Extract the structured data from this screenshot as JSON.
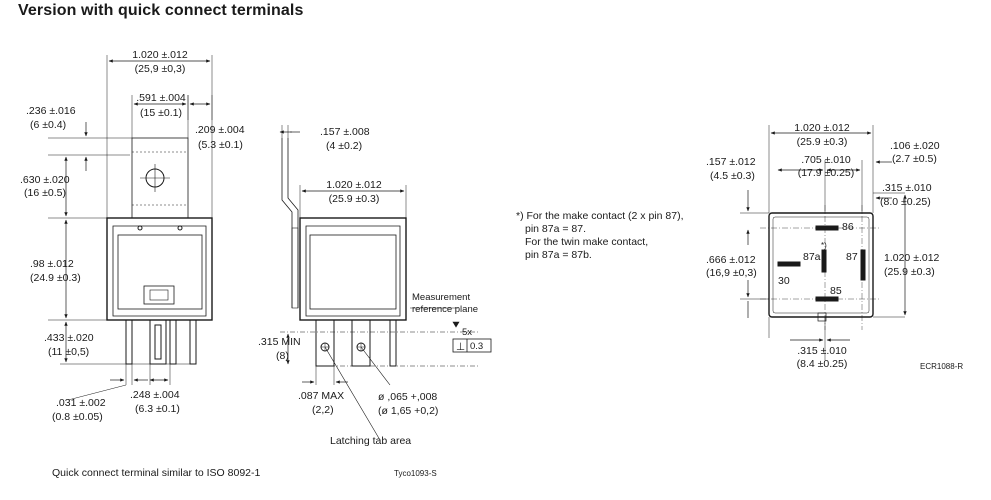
{
  "title": "Version with quick connect terminals",
  "front_view": {
    "width": "1.020 ±.012",
    "width_mm": "(25,9 ±0,3)",
    "tab_width": ".591 ±.004",
    "tab_width_mm": "(15 ±0.1)",
    "tab_offset": ".209 ±.004",
    "tab_offset_mm": "(5.3 ±0.1)",
    "hole_offset": ".236 ±.016",
    "hole_offset_mm": "(6 ±0.4)",
    "tab_height": ".630 ±.020",
    "tab_height_mm": "(16 ±0.5)",
    "body_height": ".98 ±.012",
    "body_height_mm": "(24.9 ±0.3)",
    "pin_length": ".433 ±.020",
    "pin_length_mm": "(11 ±0,5)",
    "pin_thickness": ".031 ±.002",
    "pin_thickness_mm": "(0.8 ±0.05)",
    "pin_width": ".248 ±.004",
    "pin_width_mm": "(6.3 ±0.1)"
  },
  "side_view": {
    "tab_depth": ".157 ±.008",
    "tab_depth_mm": "(4 ±0.2)",
    "depth": "1.020 ±.012",
    "depth_mm": "(25.9 ±0.3)",
    "measurement_plane_1": "Measurement",
    "measurement_plane_2": "reference plane",
    "tolerance_count": "5x",
    "tolerance_symbol": "⊥",
    "tolerance_value": "0.3",
    "min_length": ".315 MIN",
    "min_length_mm": "(8)",
    "max_width": ".087 MAX",
    "max_width_mm": "(2,2)",
    "hole_dia": "ø ,065 +,008",
    "hole_dia_mm": "(ø 1,65 +0,2)",
    "latch_label": "Latching tab area"
  },
  "note": {
    "line1": "*) For the make contact (2 x pin 87),",
    "line2": "pin 87a = 87.",
    "line3": "For the twin make contact,",
    "line4": "pin 87a = 87b."
  },
  "bottom_view": {
    "width": "1.020 ±.012",
    "width_mm": "(25.9 ±0.3)",
    "offset_right": ".106 ±.020",
    "offset_right_mm": "(2.7 ±0.5)",
    "offset_top": ".157 ±.012",
    "offset_top_mm": "(4.5 ±0.3)",
    "pin_spacing": ".705 ±.010",
    "pin_spacing_mm": "(17.9 ±0.25)",
    "pin87_offset": ".315 ±.010",
    "pin87_offset_mm": "(8.0 ±0.25)",
    "height": "1.020 ±.012",
    "height_mm": "(25.9 ±0.3)",
    "pin30_pos": ".666 ±.012",
    "pin30_pos_mm": "(16,9 ±0,3)",
    "bottom_offset": ".315 ±.010",
    "bottom_offset_mm": "(8.4 ±0.25)",
    "pin_86": "86",
    "pin_87a": "87a",
    "pin_87a_star": "*)",
    "pin_87": "87",
    "pin_30": "30",
    "pin_85": "85"
  },
  "footer": {
    "note": "Quick connect terminal similar to ISO 8092-1",
    "ref_left": "Tyco1093-S",
    "ref_right": "ECR1088-R"
  }
}
